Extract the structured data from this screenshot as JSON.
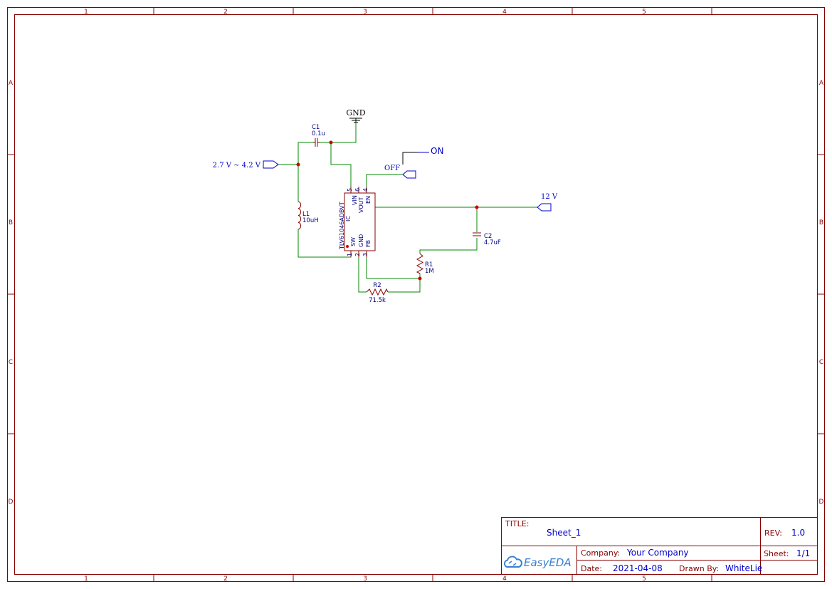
{
  "frame": {
    "columns": [
      "1",
      "2",
      "3",
      "4",
      "5"
    ],
    "rows": [
      "A",
      "B",
      "C",
      "D"
    ]
  },
  "nets": {
    "gnd": "GND",
    "vin": "2.7 V ~ 4.2 V",
    "off": "OFF",
    "on": "ON",
    "out": "12 V"
  },
  "components": {
    "c1": {
      "ref": "C1",
      "value": "0.1u"
    },
    "l1": {
      "ref": "L1",
      "value": "10uH"
    },
    "c2": {
      "ref": "C2",
      "value": "4.7uF"
    },
    "r1": {
      "ref": "R1",
      "value": "1M"
    },
    "r2": {
      "ref": "R2",
      "value": "71.5k"
    },
    "u1": {
      "part": "TLV61046ADBVT",
      "ref": "IC",
      "pins_left": [
        "VIN",
        "VOUT",
        "EN"
      ],
      "pins_right": [
        "SW",
        "GND",
        "FB"
      ],
      "pin_numbers_top": [
        "5",
        "6",
        "4"
      ],
      "pin_numbers_bottom": [
        "1",
        "2",
        "3"
      ]
    }
  },
  "title_block": {
    "title_label": "TITLE:",
    "title": "Sheet_1",
    "rev_label": "REV:",
    "rev": "1.0",
    "company_label": "Company:",
    "company": "Your Company",
    "sheet_label": "Sheet:",
    "sheet": "1/1",
    "date_label": "Date:",
    "date": "2021-04-08",
    "drawn_label": "Drawn By:",
    "drawn": "WhiteLie",
    "logo_text": "EasyEDA"
  },
  "colors": {
    "frame": "#880000",
    "wire": "#008800",
    "net_label": "#0000cc",
    "junction": "#cc0000"
  }
}
